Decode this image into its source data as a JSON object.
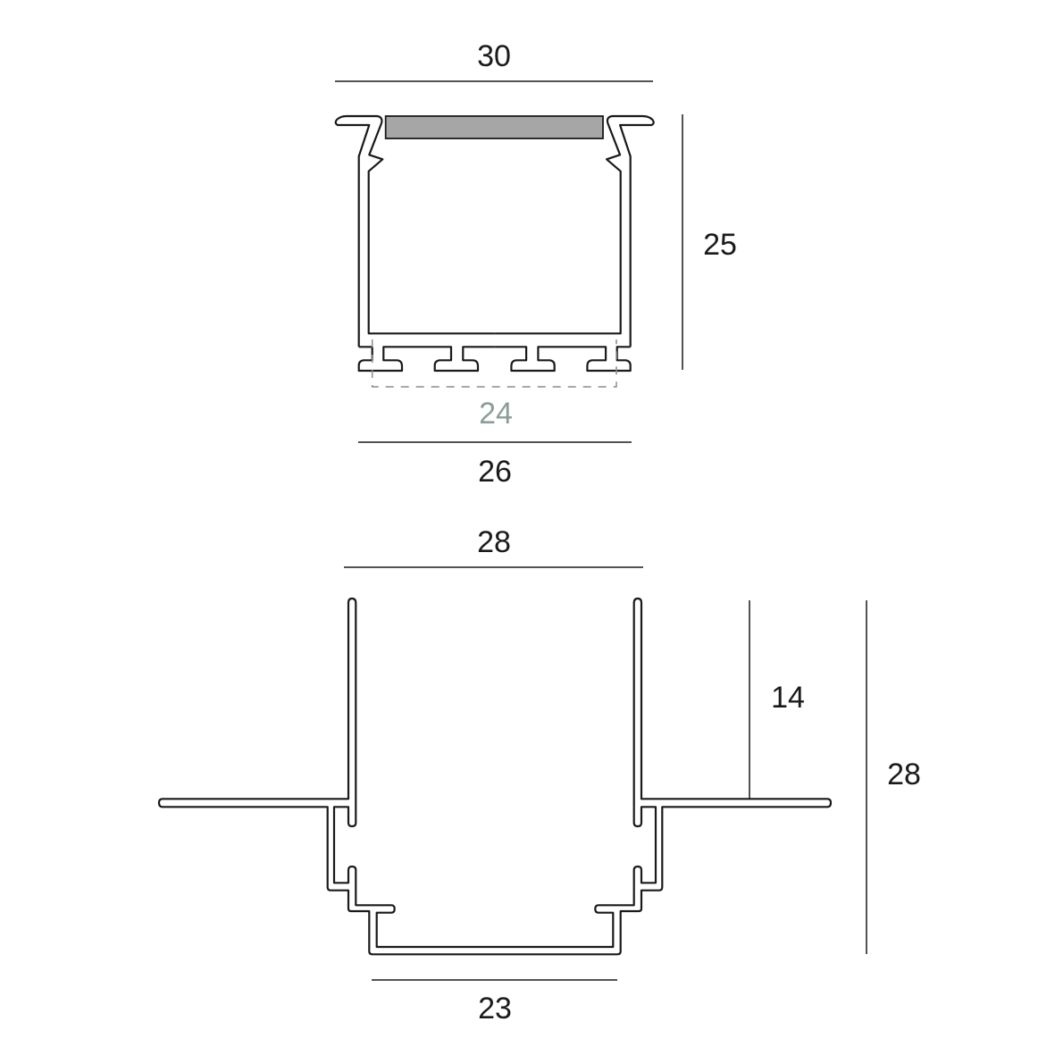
{
  "top_profile": {
    "dimensions": {
      "width_top": "30",
      "height": "25",
      "inner_width": "24",
      "width_bottom": "26"
    },
    "colors": {
      "diffuser": "#a6a6a6",
      "inner_width_label": "#8b9e96"
    }
  },
  "bottom_profile": {
    "dimensions": {
      "width_top": "28",
      "upper_height": "14",
      "total_height": "28",
      "width_bottom": "23"
    }
  }
}
